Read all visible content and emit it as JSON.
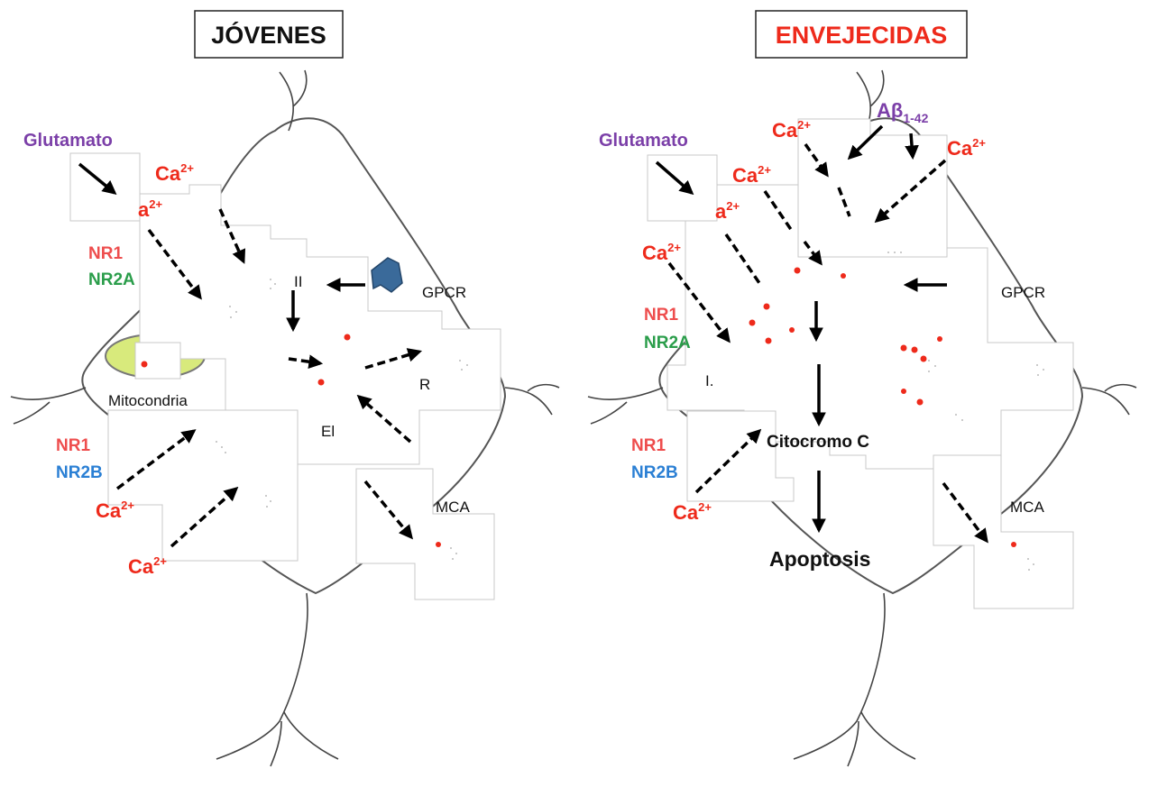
{
  "colors": {
    "calcium": "#ee2a1b",
    "nr1": "#ee4d4d",
    "nr2a": "#2a9d4a",
    "nr2b": "#2a7fd4",
    "glutamate": "#7b3fa8",
    "abeta": "#7b3fa8",
    "title_old": "#ee2a1b",
    "gpcr": "#3a6a9a",
    "mitochondria": "#d8ea7c",
    "er": "#f5c98a"
  },
  "young": {
    "title": "JÓVENES",
    "glutamate": "Glutamato",
    "ca_base": "Ca",
    "ca_charge": "2+",
    "ca_partial": "a",
    "nr1_a": "NR1",
    "nr2a": "NR2A",
    "nr1_b": "NR1",
    "nr2b": "NR2B",
    "gpcr": "GPCR",
    "mitochondria": "Mitocondria",
    "er_fragment": "El",
    "frag_ii": "II",
    "frag_r": "R",
    "mca": "MCA"
  },
  "old": {
    "title": "ENVEJECIDAS",
    "glutamate": "Glutamato",
    "abeta_base": "Aβ",
    "abeta_sub": "1-42",
    "ca_base": "Ca",
    "ca_charge": "2+",
    "ca_partial": "a",
    "nr1_a": "NR1",
    "nr2a": "NR2A",
    "nr1_b": "NR1",
    "nr2b": "NR2B",
    "gpcr": "GPCR",
    "cytochrome": "Citocromo C",
    "apoptosis": "Apoptosis",
    "mca": "MCA",
    "frag_i": "I."
  }
}
